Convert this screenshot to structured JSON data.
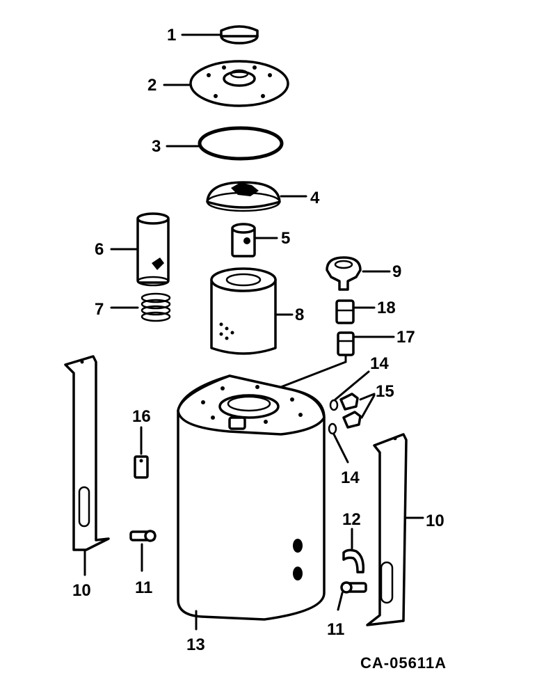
{
  "diagram": {
    "code": "CA-05611A",
    "callouts": {
      "c1": "1",
      "c2": "2",
      "c3": "3",
      "c4": "4",
      "c5": "5",
      "c6": "6",
      "c7": "7",
      "c8": "8",
      "c9": "9",
      "c10a": "10",
      "c10b": "10",
      "c11a": "11",
      "c11b": "11",
      "c12": "12",
      "c13": "13",
      "c14a": "14",
      "c14b": "14",
      "c15": "15",
      "c16": "16",
      "c17": "17",
      "c18": "18"
    }
  }
}
